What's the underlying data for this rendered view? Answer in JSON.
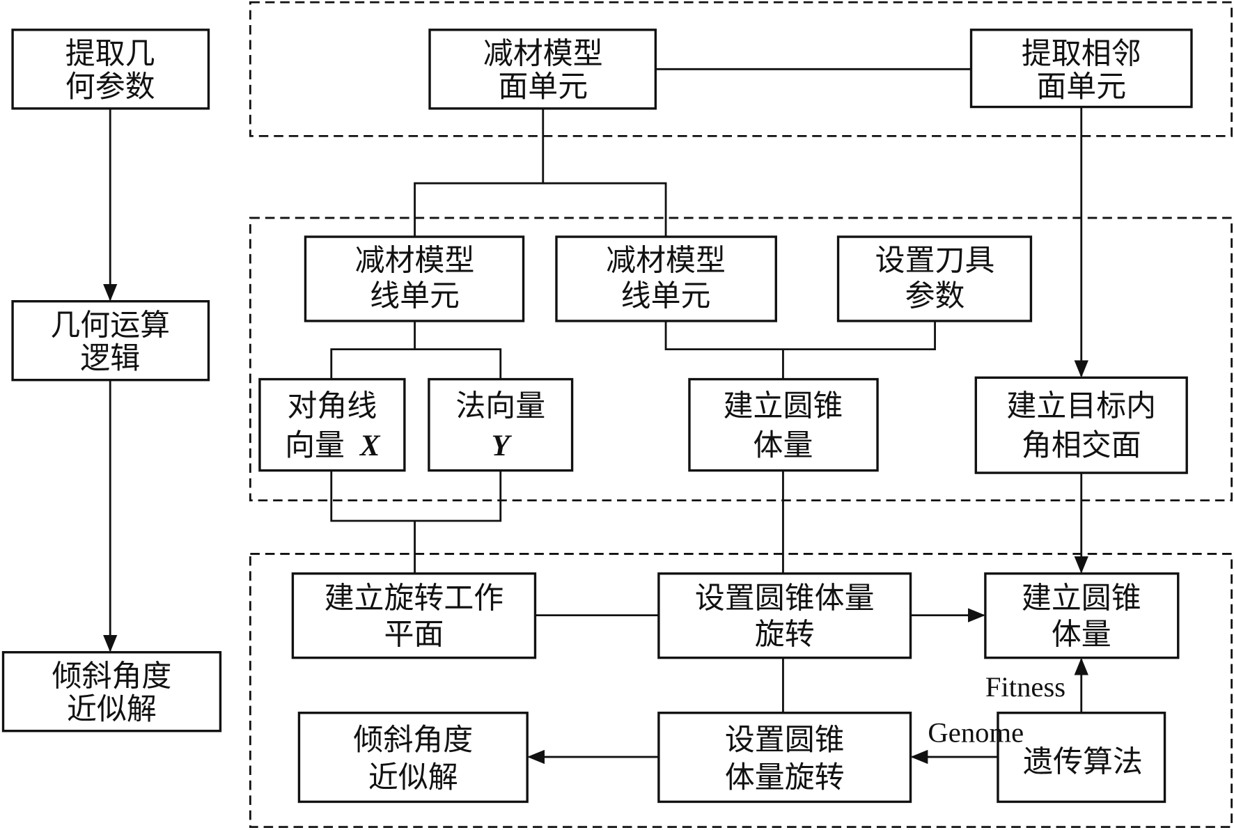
{
  "left": {
    "extract_params": [
      "提取几",
      "何参数"
    ],
    "geometry_logic": [
      "几何运算",
      "逻辑"
    ],
    "approx_solution": [
      "倾斜角度",
      "近似解"
    ]
  },
  "top": {
    "face_unit": [
      "减材模型",
      "面单元"
    ],
    "adjacent_face": [
      "提取相邻",
      "面单元"
    ]
  },
  "middle": {
    "line_unit_1": [
      "减材模型",
      "线单元"
    ],
    "line_unit_2": [
      "减材模型",
      "线单元"
    ],
    "tool_params": [
      "设置刀具",
      "参数"
    ],
    "diagonal_vector": [
      "对角线",
      "向量",
      "X"
    ],
    "normal_vector": [
      "法向量",
      "Y"
    ],
    "cone_volume": [
      "建立圆锥",
      "体量"
    ],
    "target_face": [
      "建立目标内",
      "角相交面"
    ]
  },
  "bottom": {
    "rotation_plane": [
      "建立旋转工作",
      "平面"
    ],
    "cone_rotation": [
      "设置圆锥体量",
      "旋转"
    ],
    "cone_volume": [
      "建立圆锥",
      "体量"
    ],
    "approx_solution": [
      "倾斜角度",
      "近似解"
    ],
    "cone_rotation_2": [
      "设置圆锥",
      "体量旋转"
    ],
    "genetic_algorithm": "遗传算法",
    "fitness_label": "Fitness",
    "genome_label": "Genome"
  }
}
